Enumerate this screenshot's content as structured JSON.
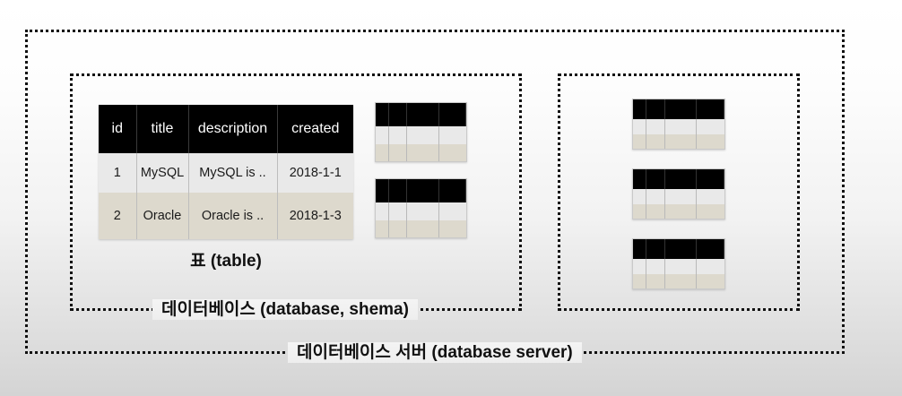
{
  "diagram": {
    "background_top_color": "#ffffff",
    "background_bottom_color": "#d4d4d4",
    "border_color": "#111111"
  },
  "server": {
    "label": "데이터베이스 서버 (database server)"
  },
  "databases": [
    {
      "label": "데이터베이스 (database, shema)",
      "table_caption": "표 (table)",
      "mini_table_count": 2
    },
    {
      "label": "",
      "table_caption": "",
      "mini_table_count": 3
    }
  ],
  "table": {
    "caption": "표 (table)",
    "header_background": "#000000",
    "header_text_color": "#ffffff",
    "row_a_background": "#e9e9e9",
    "row_b_background": "#ddd9cd",
    "columns": [
      "id",
      "title",
      "description",
      "created"
    ],
    "rows": [
      {
        "id": "1",
        "title": "MySQL",
        "description": "MySQL is ..",
        "created": "2018-1-1"
      },
      {
        "id": "2",
        "title": "Oracle",
        "description": "Oracle is ..",
        "created": "2018-1-3"
      }
    ]
  }
}
